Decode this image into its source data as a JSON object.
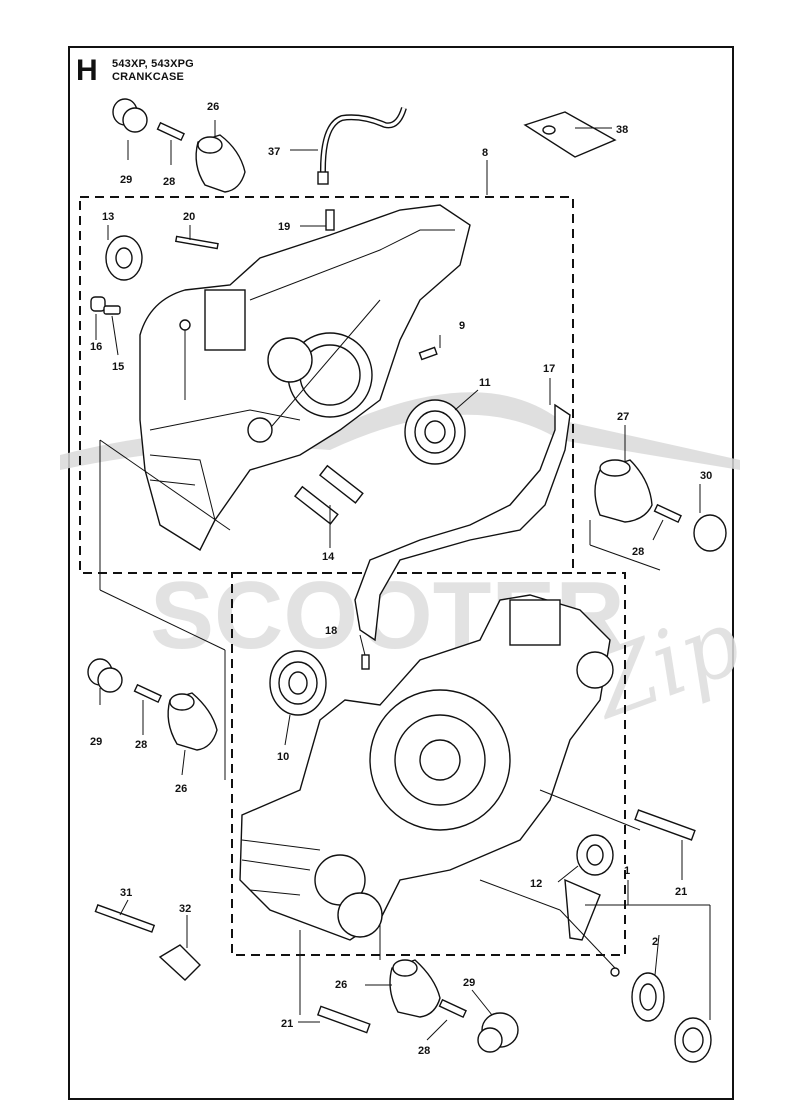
{
  "header": {
    "section_letter": "H",
    "models": "543XP, 543XPG",
    "title": "CRANKCASE"
  },
  "callouts": [
    {
      "id": "c26a",
      "text": "26"
    },
    {
      "id": "c29a",
      "text": "29"
    },
    {
      "id": "c28a",
      "text": "28"
    },
    {
      "id": "c37",
      "text": "37"
    },
    {
      "id": "c38",
      "text": "38"
    },
    {
      "id": "c8",
      "text": "8"
    },
    {
      "id": "c13",
      "text": "13"
    },
    {
      "id": "c20",
      "text": "20"
    },
    {
      "id": "c19",
      "text": "19"
    },
    {
      "id": "c9",
      "text": "9"
    },
    {
      "id": "c16",
      "text": "16"
    },
    {
      "id": "c15",
      "text": "15"
    },
    {
      "id": "c11",
      "text": "11"
    },
    {
      "id": "c17",
      "text": "17"
    },
    {
      "id": "c27",
      "text": "27"
    },
    {
      "id": "c30",
      "text": "30"
    },
    {
      "id": "c28b",
      "text": "28"
    },
    {
      "id": "c14",
      "text": "14"
    },
    {
      "id": "c18",
      "text": "18"
    },
    {
      "id": "c29b",
      "text": "29"
    },
    {
      "id": "c28c",
      "text": "28"
    },
    {
      "id": "c10",
      "text": "10"
    },
    {
      "id": "c26b",
      "text": "26"
    },
    {
      "id": "c1",
      "text": "1"
    },
    {
      "id": "c12",
      "text": "12"
    },
    {
      "id": "c21a",
      "text": "21"
    },
    {
      "id": "c2",
      "text": "2"
    },
    {
      "id": "c31",
      "text": "31"
    },
    {
      "id": "c32",
      "text": "32"
    },
    {
      "id": "c26c",
      "text": "26"
    },
    {
      "id": "c29c",
      "text": "29"
    },
    {
      "id": "c21b",
      "text": "21"
    },
    {
      "id": "c28d",
      "text": "28"
    }
  ],
  "watermark": {
    "brand": "SCOOTER",
    "script": "Zip",
    "color": "#d9d9d9"
  }
}
